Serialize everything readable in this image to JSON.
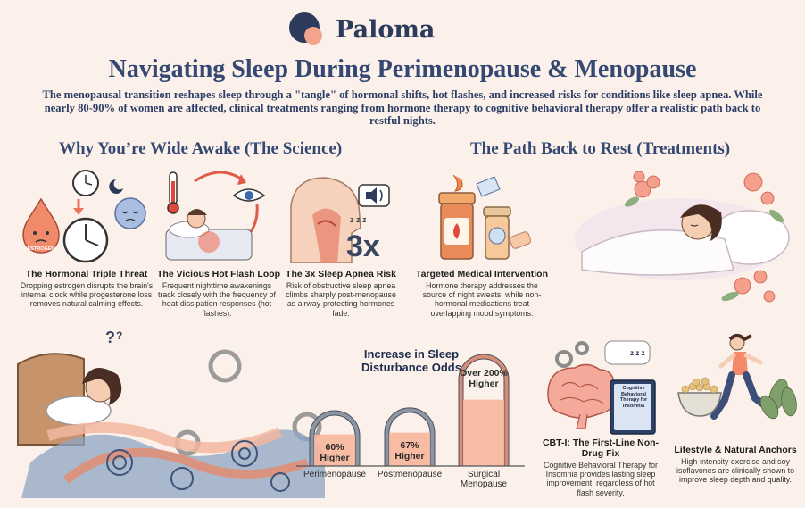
{
  "brand": {
    "name": "Paloma"
  },
  "header": {
    "title": "Navigating Sleep During Perimenopause & Menopause",
    "intro": "The menopausal transition reshapes sleep through a \"tangle\" of hormonal shifts, hot flashes, and increased risks for conditions like sleep apnea. While nearly 80-90% of women are affected, clinical treatments ranging from hormone therapy to cognitive behavioral therapy offer a realistic path back to restful nights."
  },
  "sections": {
    "science": "Why You’re Wide Awake (The Science)",
    "treatments": "The Path Back to Rest (Treatments)"
  },
  "cards": {
    "hormonal": {
      "title": "The Hormonal Triple Threat",
      "body": "Dropping estrogen disrupts the brain's internal clock while progesterone loss removes natural calming effects.",
      "droplet_label": "ESTROGEN"
    },
    "hot_flash": {
      "title": "The Vicious Hot Flash Loop",
      "body": "Frequent nighttime awakenings track closely with the frequency of heat-dissipation responses (hot flashes)."
    },
    "apnea": {
      "title": "The 3x Sleep Apnea Risk",
      "body": "Risk of obstructive sleep apnea climbs sharply post-menopause as airway-protecting hormones fade.",
      "badge": "3x",
      "zzz": "z z z"
    },
    "medical": {
      "title": "Targeted Medical Intervention",
      "body": "Hormone therapy addresses the source of night sweats, while non-hormonal medications treat overlapping mood symptoms."
    },
    "cbti": {
      "title": "CBT-I: The First-Line Non-Drug Fix",
      "body": "Cognitive Behavioral Therapy for Insomnia provides lasting sleep improvement, regardless of hot flash severity.",
      "book_text": "Cognitive Behavioral Therapy for Insomnia",
      "zzz": "z z z"
    },
    "lifestyle": {
      "title": "Lifestyle & Natural Anchors",
      "body": "High-intensity exercise and soy isoflavones are clinically shown to improve sleep depth and quality."
    }
  },
  "chart_data": {
    "type": "bar",
    "title": "Increase in Sleep Disturbance Odds",
    "categories": [
      "Perimenopause",
      "Postmenopause",
      "Surgical Menopause"
    ],
    "values": [
      60,
      67,
      200
    ],
    "labels": [
      "60% Higher",
      "67% Higher",
      "Over 200% Higher"
    ],
    "unit": "%"
  },
  "colors": {
    "background": "#fbf1ea",
    "title": "#344873",
    "brand_dark": "#2d3a5c",
    "brand_accent": "#f0a08a",
    "bar_fill": "#f7b59b",
    "arch": "#8c95a4"
  }
}
